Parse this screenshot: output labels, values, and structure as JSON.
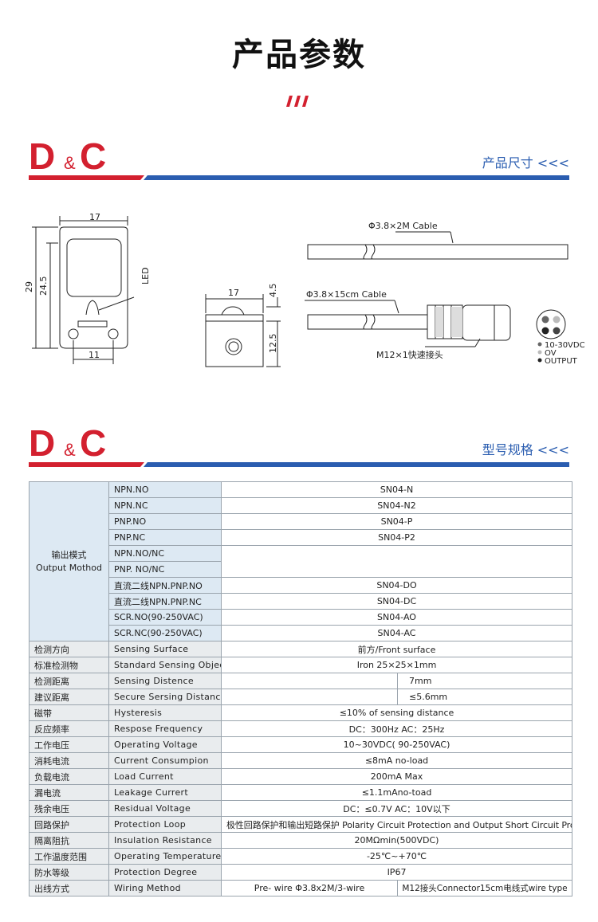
{
  "page": {
    "title": "产品参数"
  },
  "brand": {
    "left": "D",
    "amp": "&",
    "right": "C"
  },
  "sections": {
    "dimensions": "产品尺寸 <<<",
    "models": "型号规格 <<<"
  },
  "colors": {
    "red": "#d3202f",
    "blue": "#2a5db0",
    "table_blue": "#dde9f3",
    "table_gray": "#e9ecee"
  },
  "drawing": {
    "front": {
      "width": "17",
      "height_total": "29",
      "height_inner": "24.5",
      "hole_spacing": "11",
      "led": "LED"
    },
    "side": {
      "width": "17",
      "top": "4.5",
      "lower": "12.5"
    },
    "cable_pre": "Φ3.8×2M Cable",
    "cable_conn": "Φ3.8×15cm Cable",
    "connector": "M12×1快速接头",
    "pin_legend": [
      "10-30VDC",
      "OV",
      "OUTPUT"
    ]
  },
  "table": {
    "group_label": {
      "cn": "输出模式",
      "en": "Output Mothod"
    },
    "modes": [
      {
        "mode": "NPN.NO",
        "model": "SN04-N"
      },
      {
        "mode": "NPN.NC",
        "model": "SN04-N2"
      },
      {
        "mode": "PNP.NO",
        "model": "SN04-P"
      },
      {
        "mode": "PNP.NC",
        "model": "SN04-P2"
      },
      {
        "mode": "NPN.NO/NC",
        "model": ""
      },
      {
        "mode": "PNP. NO/NC",
        "model": ""
      },
      {
        "mode": "直流二线NPN.PNP.NO",
        "model": "SN04-DO"
      },
      {
        "mode": "直流二线NPN.PNP.NC",
        "model": "SN04-DC"
      },
      {
        "mode": "SCR.NO(90-250VAC)",
        "model": "SN04-AO"
      },
      {
        "mode": "SCR.NC(90-250VAC)",
        "model": "SN04-AC"
      }
    ],
    "specs": [
      {
        "cn": "检测方向",
        "en": "Sensing Surface",
        "value": "前方/Front surface"
      },
      {
        "cn": "标准检测物",
        "en": "Standard Sensing Object",
        "value": "Iron 25×25×1mm"
      },
      {
        "cn": "检测距离",
        "en": "Sensing Distence",
        "value": "7mm"
      },
      {
        "cn": "建议距离",
        "en": "Secure Sersing Distance",
        "value": "≤5.6mm"
      },
      {
        "cn": "磁带",
        "en": "Hysteresis",
        "value": "≤10% of sensing distance"
      },
      {
        "cn": "反应频率",
        "en": "Respose Frequency",
        "value": "DC：300Hz   AC：25Hz"
      },
      {
        "cn": "工作电压",
        "en": "Operating Voltage",
        "value": "10~30VDC( 90-250VAC)"
      },
      {
        "cn": "消耗电流",
        "en": "Current Consumpion",
        "value": "≤8mA no-load"
      },
      {
        "cn": "负载电流",
        "en": "Load Current",
        "value": "200mA Max"
      },
      {
        "cn": "漏电流",
        "en": "Leakage Currert",
        "value": "≤1.1mAno-toad"
      },
      {
        "cn": "残余电压",
        "en": "Residual Voltage",
        "value": "DC：≤0.7V   AC：10V以下"
      },
      {
        "cn": "回路保护",
        "en": "Protection Loop",
        "value": "极性回路保护和输出短路保护  Polarity Circuit Protection and Output Short Circuit Protection"
      },
      {
        "cn": "隔离阻抗",
        "en": "Insulation Resistance",
        "value": "20MΩmin(500VDC)"
      },
      {
        "cn": "工作温度范围",
        "en": "Operating Temperature",
        "value": "-25℃~+70℃"
      },
      {
        "cn": "防水等级",
        "en": "Protection Degree",
        "value": "IP67"
      },
      {
        "cn": "出线方式",
        "en": "Wiring Method",
        "value_a": "Pre- wire Φ3.8x2M/3-wire",
        "value_b": "M12接头Connector15cm电线式wire type"
      }
    ]
  }
}
